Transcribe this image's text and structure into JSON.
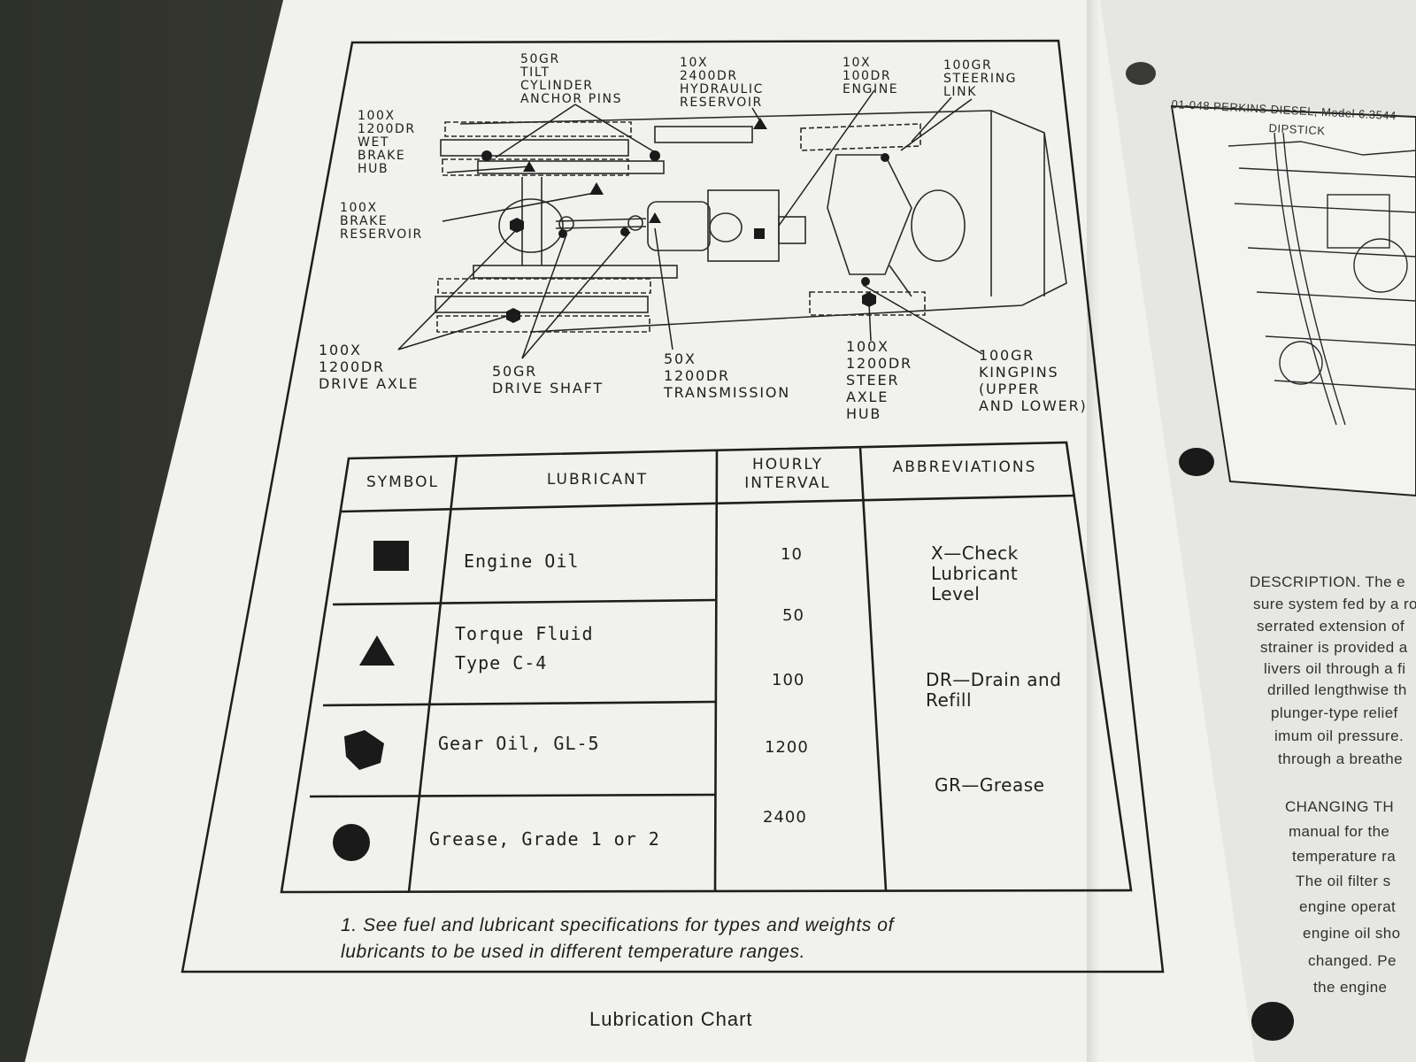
{
  "diagram_labels": {
    "tilt_cylinder": "50GR\nTILT\nCYLINDER\nANCHOR PINS",
    "hydraulic_reservoir": "10X\n2400DR\nHYDRAULIC\nRESERVOIR",
    "engine": "10X\n100DR\nENGINE",
    "steering_link": "100GR\nSTEERING\nLINK",
    "wet_brake_hub": "100X\n1200DR\nWET\nBRAKE\nHUB",
    "brake_reservoir": "100X\nBRAKE\nRESERVOIR",
    "drive_axle": "100X\n1200DR\nDRIVE AXLE",
    "drive_shaft": "50GR\nDRIVE SHAFT",
    "transmission": "50X\n1200DR\nTRANSMISSION",
    "steer_axle_hub": "100X\n1200DR\nSTEER\nAXLE\nHUB",
    "kingpins": "100GR\nKINGPINS\n(UPPER\n AND LOWER)"
  },
  "table": {
    "headers": {
      "symbol": "SYMBOL",
      "lubricant": "LUBRICANT",
      "interval": "HOURLY\nINTERVAL",
      "abbreviations": "ABBREVIATIONS"
    },
    "rows": [
      {
        "symbol_icon": "square-icon",
        "lubricant": "Engine Oil"
      },
      {
        "symbol_icon": "triangle-icon",
        "lubricant": "Torque Fluid\nType C-4"
      },
      {
        "symbol_icon": "hexagon-icon",
        "lubricant": "Gear Oil, GL-5"
      },
      {
        "symbol_icon": "circle-icon",
        "lubricant": "Grease, Grade 1 or 2"
      }
    ],
    "intervals": [
      "10",
      "50",
      "100",
      "1200",
      "2400"
    ],
    "abbreviations": [
      {
        "text": "X—Check\n     Lubricant\n     Level"
      },
      {
        "text": "DR—Drain and\n        Refill"
      },
      {
        "text": "GR—Grease"
      }
    ]
  },
  "note": "1.  See fuel and lubricant specifications for types and weights of\n     lubricants to be used in different temperature ranges.",
  "caption": "Lubrication Chart",
  "right_page": {
    "header": "01-048  PERKINS DIESEL, Model 6.3544",
    "dipstick_label": "DIPSTICK",
    "lines": [
      "DESCRIPTION.  The e",
      "sure system fed by a ro",
      "serrated extension of",
      "strainer is provided a",
      "livers oil through a fi",
      "drilled lengthwise th",
      "plunger-type relief",
      "imum oil pressure.",
      "through a breathe",
      "CHANGING TH",
      "manual for the",
      "temperature ra",
      "The oil filter s",
      "engine operat",
      "engine oil sho",
      "changed.  Pe",
      "the engine"
    ]
  }
}
